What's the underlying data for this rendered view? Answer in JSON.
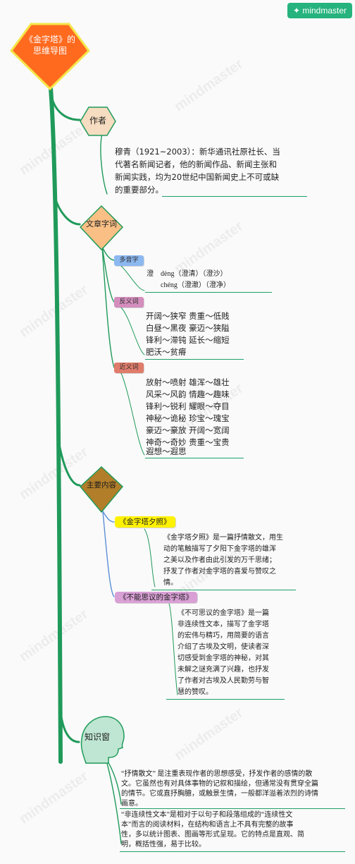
{
  "brand": {
    "logo": "mindmaster"
  },
  "watermark_text": "mindmaster",
  "root": {
    "line1": "《金字塔》的",
    "line2": "思维导图",
    "color": "#ff6a1f",
    "border": "#f4e64a"
  },
  "author": {
    "label": "作者",
    "lines": [
      "穆青（1921~2003）：新华通讯社原社长、当",
      "代著名新闻记者，他的新闻作品、新闻主张和",
      "新闻实践，均为20世纪中国新闻史上不可或缺",
      "的重要部分。"
    ]
  },
  "vocab": {
    "label": "文章字词",
    "polyphone": {
      "label": "多音字",
      "lines": [
        "澄　dèng（澄清）（澄沙）",
        "　　chéng（澄澈）（澄净）"
      ]
    },
    "antonyms": {
      "label": "反义词",
      "lines": [
        "开阔～狭窄 贵重～低贱",
        "白昼～黑夜 豪迈～狭隘",
        "锋利～滞钝 延长～缩短",
        "肥沃～贫瘠"
      ]
    },
    "synonyms": {
      "label": "近义词",
      "lines": [
        "放射～喷射 雄浑～雄壮",
        "风采～风韵 情趣～趣味",
        "锋利～锐利 耀眼～夺目",
        "神秘～诡秘 珍宝～瑰宝",
        "豪迈～豪放 开阔～宽阔",
        "神奇～奇妙 贵重～宝贵",
        "遐想～遐思"
      ]
    }
  },
  "content": {
    "label": "主要内容",
    "item1": {
      "title": "《金字塔夕照》",
      "lines": [
        "《金字塔夕照》是一篇抒情散文，用生",
        "动的笔触描写了夕阳下金字塔的雄浑",
        "之美以及作者由此引发的万千思绪；",
        "抒发了作者对金字塔的喜爱与赞叹之",
        "情。"
      ]
    },
    "item2": {
      "title": "《不能思议的金字塔》",
      "lines": [
        "《不可思议的金字塔》是一篇",
        "非连续性文本，描写了金字塔",
        "的宏伟与精巧，用简要的语言",
        "介绍了古埃及文明，使读者深",
        "切感受到金字塔的神秘，对其",
        "未解之谜充满了兴趣，也抒发",
        "了作者对古埃及人民勤劳与智",
        "慧的赞叹。"
      ]
    }
  },
  "knowledge": {
    "label": "知识窗",
    "para1": [
      "“抒情散文” 是注重表现作者的思想感受，抒发作者的感情的散",
      "文。它虽然也有对具体事物的记叙和描绘，但通常没有贯穿全篇",
      "的情节。它或直抒胸臆，或触景生情，一般都洋溢着浓烈的诗情",
      "画意。"
    ],
    "para2": [
      "“非连续性文本”是相对于以句子和段落组成的“连续性文",
      "本”而言的阅读材料，在结构和语言上不具有完整的故事",
      "性，多以统计图表、图画等形式呈现。它的特点是直观、简",
      "明，概括性强，易于比较。"
    ]
  }
}
